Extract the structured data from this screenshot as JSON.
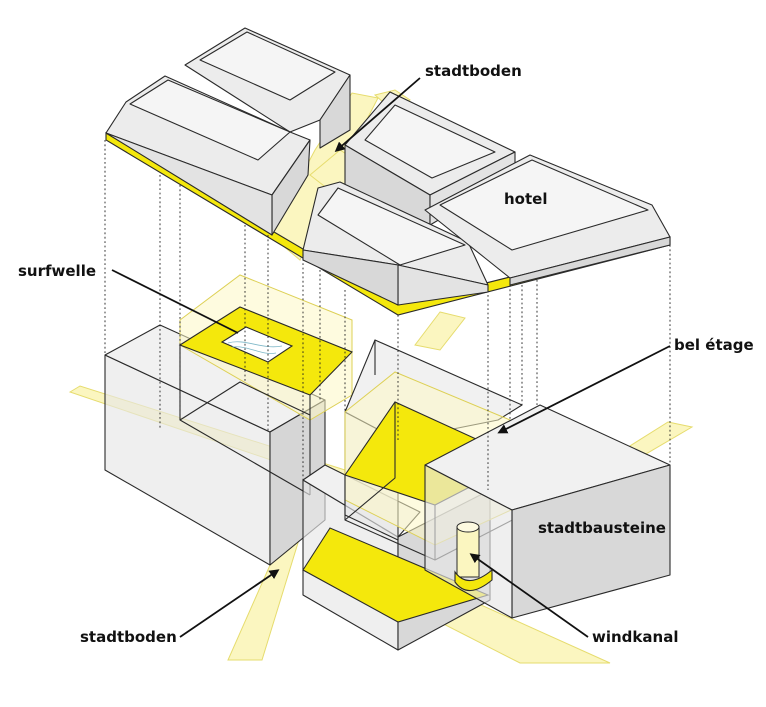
{
  "labels": {
    "stadtboden_top": "stadtboden",
    "hotel": "hotel",
    "surfwelle": "surfwelle",
    "bel_etage": "bel étage",
    "stadtbausteine": "stadtbausteine",
    "stadtboden_bottom": "stadtboden",
    "windkanal": "windkanal"
  },
  "colors": {
    "accent_yellow": "#f4e80c",
    "ground_yellow": "#fbf6c0",
    "building_grey": "#e3e3e3",
    "line": "#2a2a2a"
  }
}
